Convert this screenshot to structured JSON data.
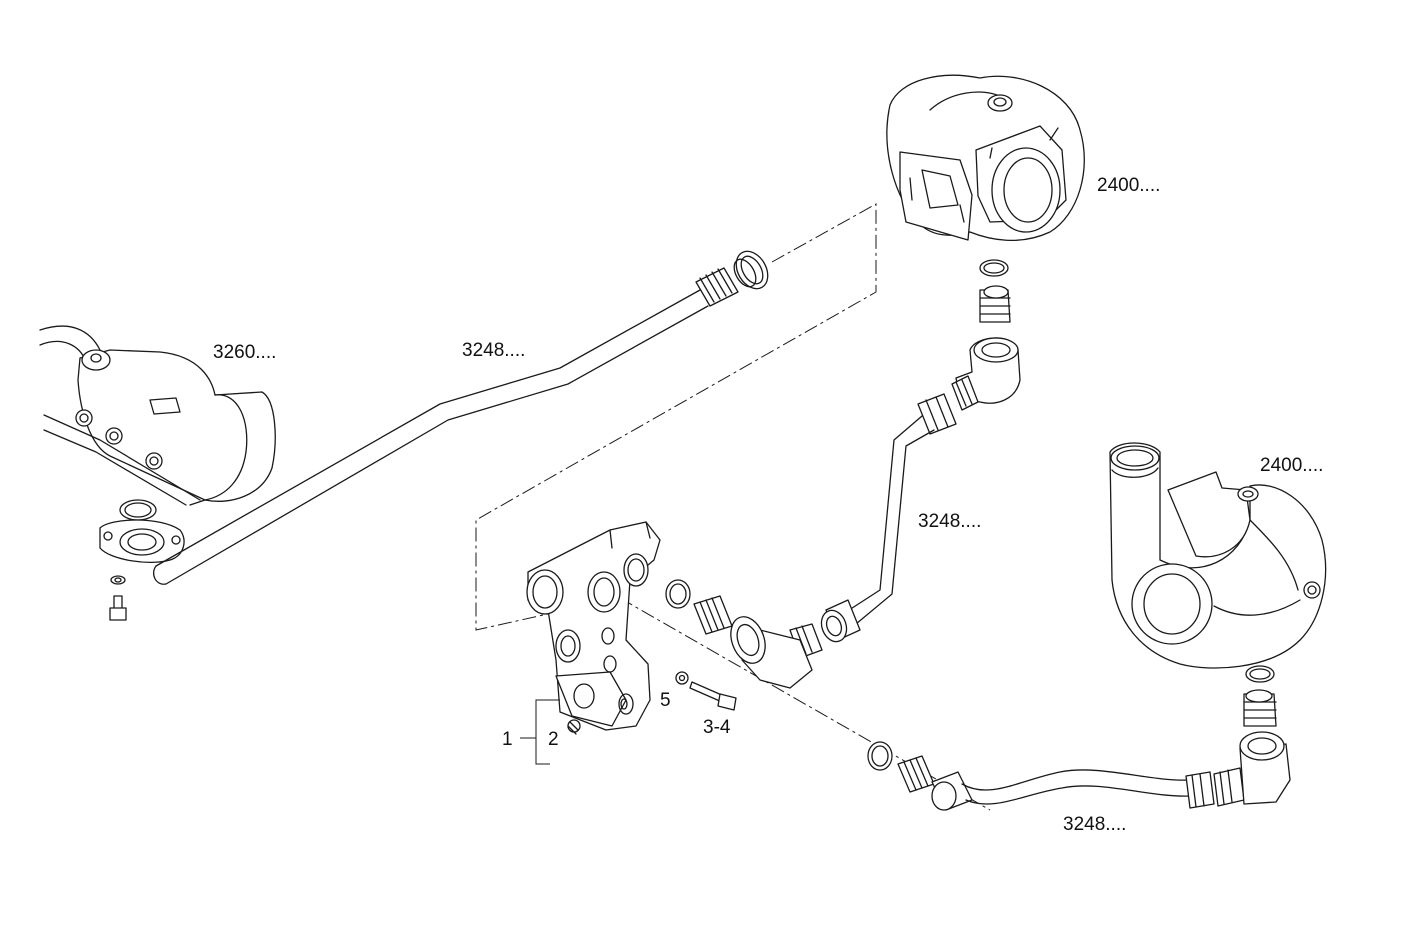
{
  "labels": {
    "bracket_housing": "3260....",
    "pipe_upper": "3248....",
    "turbo_top": "2400....",
    "turbo_right": "2400....",
    "pipe_middle": "3248....",
    "pipe_bottom": "3248....",
    "part_1": "1",
    "part_2": "2",
    "part_5": "5",
    "part_3_4": "3-4"
  }
}
